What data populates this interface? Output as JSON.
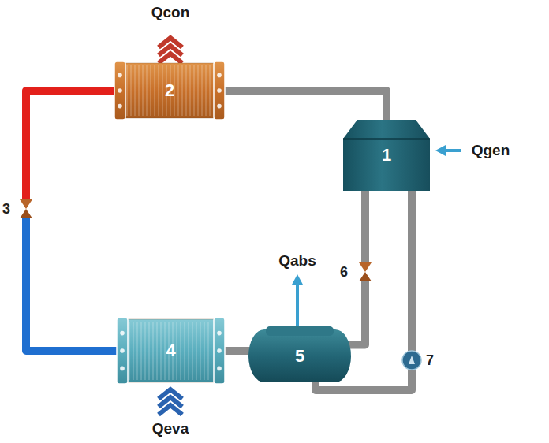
{
  "diagram": {
    "nodes": [
      {
        "text": [
          "2"
        ]
      },
      {
        "text": [
          "1"
        ]
      },
      {
        "text": [
          "3"
        ]
      },
      {
        "text": [
          "6"
        ]
      },
      {
        "text": [
          "4"
        ]
      },
      {
        "text": [
          "5"
        ]
      },
      {
        "text": [
          "7"
        ]
      }
    ],
    "edges": [
      {
        "from": 1,
        "to": 0,
        "arrow": "none"
      },
      {
        "from": 0,
        "to": 2,
        "arrow": "none"
      },
      {
        "from": 2,
        "to": 4,
        "arrow": "none"
      },
      {
        "from": 4,
        "to": 5,
        "arrow": "none"
      },
      {
        "from": 1,
        "to": 3,
        "arrow": "none"
      },
      {
        "from": 3,
        "to": 5,
        "arrow": "none"
      },
      {
        "from": 5,
        "to": 6,
        "arrow": "none"
      },
      {
        "from": 6,
        "to": 1,
        "arrow": "none"
      }
    ],
    "labels": [
      "Qcon",
      "Qgen",
      "Qabs",
      "Qeva"
    ]
  }
}
